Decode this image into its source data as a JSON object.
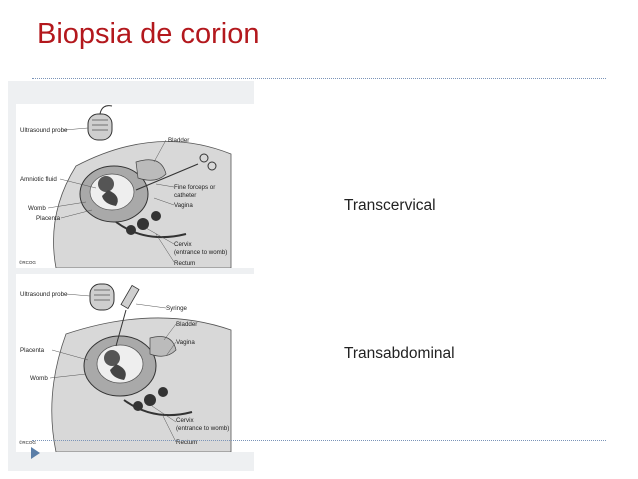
{
  "slide": {
    "title": "Biopsia de corion"
  },
  "figure_top": {
    "labels": {
      "probe": "Ultrasound probe",
      "bladder": "Bladder",
      "amniotic": "Amniotic fluid",
      "forceps1": "Fine forceps or",
      "forceps2": "catheter",
      "vagina": "Vagina",
      "womb": "Womb",
      "placenta": "Placenta",
      "cervix1": "Cervix",
      "cervix2": "(entrance to womb)",
      "rectum": "Rectum",
      "copyright": "©RCOG"
    }
  },
  "figure_bottom": {
    "labels": {
      "probe": "Ultrasound probe",
      "syringe": "Syringe",
      "bladder": "Bladder",
      "vagina": "Vagina",
      "placenta": "Placenta",
      "womb": "Womb",
      "cervix1": "Cervix",
      "cervix2": "(entrance to womb)",
      "rectum": "Rectum",
      "copyright": "©RCOG"
    }
  },
  "captions": {
    "first": "Transcervical",
    "second": "Transabdominal"
  },
  "colors": {
    "title": "#b3181d",
    "divider": "#7a94b8",
    "nav_arrow": "#5a7ea8"
  }
}
